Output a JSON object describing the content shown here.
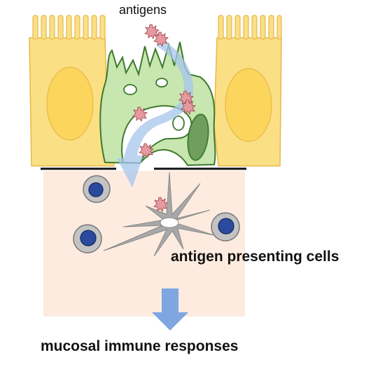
{
  "labels": {
    "antigens": "antigens",
    "antigen_presenting_cells": "antigen presenting cells",
    "mucosal_immune_responses": "mucosal immune responses"
  },
  "colors": {
    "epithelial_fill": "#fbdf85",
    "epithelial_stroke": "#e6b84a",
    "nucleus_fill": "#fcd65c",
    "m_cell_fill": "#c8e6b0",
    "m_cell_stroke": "#3d7a2c",
    "m_cell_nucleus": "#6f9e5f",
    "antigen_fill": "#e49aa0",
    "antigen_stroke": "#a0404a",
    "transport_arrow": "#a7c6ec",
    "lamina_propria": "#fdebe0",
    "apc_fill": "#a8a8a8",
    "lymphocyte_outer": "#c3c3c3",
    "lymphocyte_inner": "#2b4a9e",
    "response_arrow": "#7fa6e0",
    "membrane": "#111111"
  }
}
